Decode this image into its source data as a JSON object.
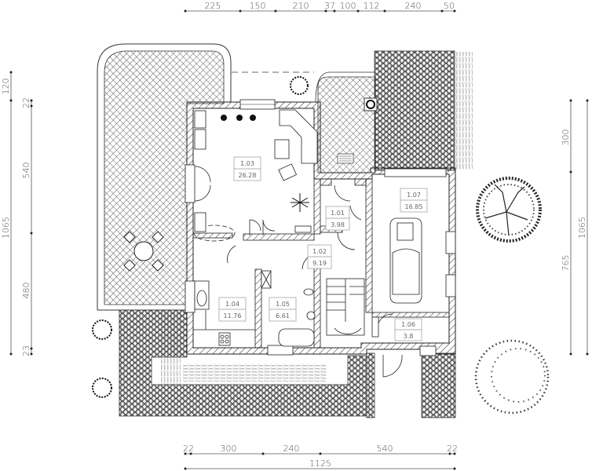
{
  "dimensions": {
    "top": {
      "segments": [
        "225",
        "150",
        "210",
        "37",
        "100",
        "112",
        "240",
        "50"
      ]
    },
    "bottom": {
      "segments": [
        "22",
        "300",
        "240",
        "540",
        "22"
      ],
      "total": "1125"
    },
    "left_outer": {
      "segments": [
        "120",
        "1065"
      ]
    },
    "left_inner": {
      "segments": [
        "22",
        "540",
        "480",
        "23"
      ]
    },
    "left_total": "1065",
    "right_inner": {
      "segments": [
        "300",
        "765"
      ]
    },
    "right_total": "1065"
  },
  "rooms": [
    {
      "id": "1.01",
      "area": "3.98"
    },
    {
      "id": "1.02",
      "area": "9.19"
    },
    {
      "id": "1.03",
      "area": "26.28"
    },
    {
      "id": "1.04",
      "area": "11.76"
    },
    {
      "id": "1.05",
      "area": "6.61"
    },
    {
      "id": "1.06",
      "area": "3.8"
    },
    {
      "id": "1.07",
      "area": "16.85"
    }
  ],
  "symbols": {
    "terrace": "patio-hatched-terrace",
    "paving": "hexagon-paving",
    "car": "car-icon",
    "tree_large": "tree-icon",
    "tree_sparse": "shrub-icon",
    "stairs": "staircase-icon",
    "bathtub": "bathtub-icon",
    "toilet": "toilet-icon",
    "sink": "sink-icon",
    "stove": "stove-icon",
    "dining_table": "table-chairs-icon",
    "sofa": "sofa-icon",
    "armchair": "armchair-icon",
    "plant": "plant-icon"
  },
  "colors": {
    "line": "#222222",
    "dim_text": "#555555",
    "label_text": "#666666",
    "background": "#ffffff"
  }
}
